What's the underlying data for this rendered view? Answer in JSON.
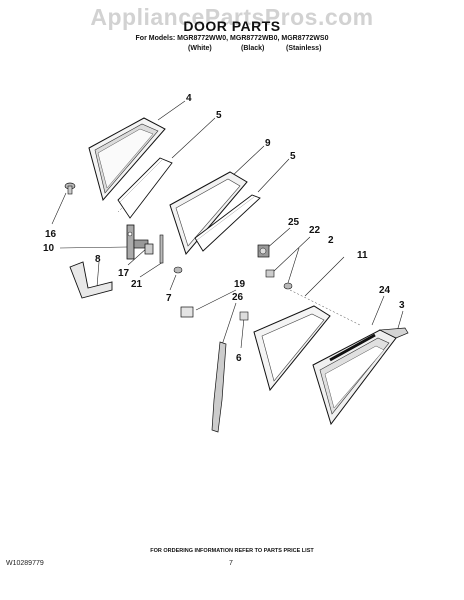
{
  "header": {
    "watermark": "AppliancePartsPros.com",
    "title": "DOOR PARTS",
    "models_line": "For Models: MGR8772WW0, MGR8772WB0, MGR8772WS0",
    "variants": [
      "(White)",
      "(Black)",
      "(Stainless)"
    ]
  },
  "callouts": [
    "4",
    "5",
    "9",
    "5",
    "16",
    "10",
    "8",
    "17",
    "21",
    "7",
    "25",
    "22",
    "2",
    "11",
    "19",
    "26",
    "24",
    "3",
    "6"
  ],
  "footer": {
    "note": "FOR ORDERING INFORMATION REFER TO PARTS PRICE LIST",
    "doc_number": "W10289779",
    "page_number": "7"
  }
}
